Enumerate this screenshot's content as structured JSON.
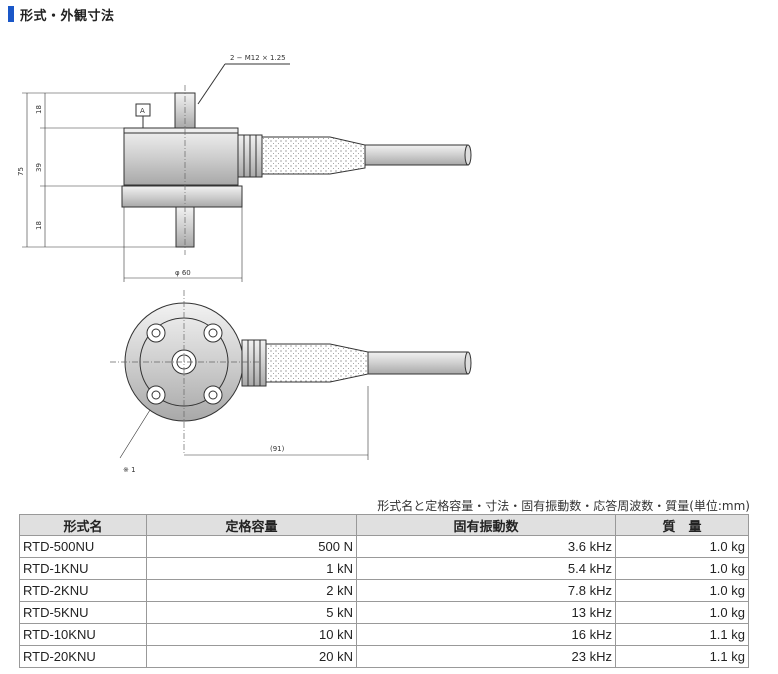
{
  "heading": {
    "title": "形式・外観寸法"
  },
  "drawing": {
    "thread_label": "2 − M12 × 1.25",
    "datum_label": "A",
    "dim_18_top": "18",
    "dim_39": "39",
    "dim_18_bottom": "18",
    "dim_75": "75",
    "dim_diameter": "φ 60",
    "dim_cable": "(91)",
    "note_mark": "※ 1"
  },
  "table": {
    "caption": "形式名と定格容量・寸法・固有振動数・応答周波数・質量(単位:mm)",
    "headers": [
      "形式名",
      "定格容量",
      "固有振動数",
      "質　量"
    ],
    "rows": [
      [
        "RTD-500NU",
        "500 N",
        "3.6 kHz",
        "1.0 kg"
      ],
      [
        "RTD-1KNU",
        "1 kN",
        "5.4 kHz",
        "1.0 kg"
      ],
      [
        "RTD-2KNU",
        "2 kN",
        "7.8 kHz",
        "1.0 kg"
      ],
      [
        "RTD-5KNU",
        "5 kN",
        "13 kHz",
        "1.0 kg"
      ],
      [
        "RTD-10KNU",
        "10 kN",
        "16 kHz",
        "1.1 kg"
      ],
      [
        "RTD-20KNU",
        "20 kN",
        "23 kHz",
        "1.1 kg"
      ]
    ]
  }
}
